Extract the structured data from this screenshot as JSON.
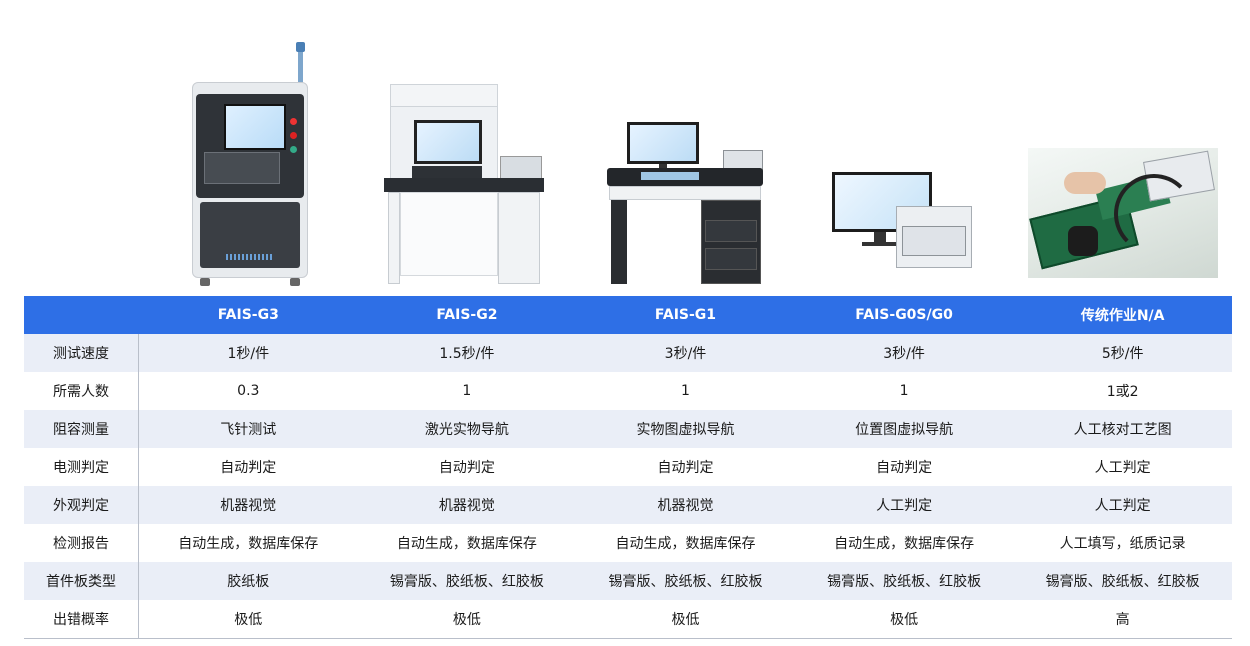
{
  "header": {
    "blank": "",
    "products": [
      "FAIS-G3",
      "FAIS-G2",
      "FAIS-G1",
      "FAIS-G0S/G0",
      "传统作业N/A"
    ]
  },
  "rows": [
    {
      "label": "测试速度",
      "values": [
        "1秒/件",
        "1.5秒/件",
        "3秒/件",
        "3秒/件",
        "5秒/件"
      ]
    },
    {
      "label": "所需人数",
      "values": [
        "0.3",
        "1",
        "1",
        "1",
        "1或2"
      ]
    },
    {
      "label": "阻容测量",
      "values": [
        "飞针测试",
        "激光实物导航",
        "实物图虚拟导航",
        "位置图虚拟导航",
        "人工核对工艺图"
      ]
    },
    {
      "label": "电测判定",
      "values": [
        "自动判定",
        "自动判定",
        "自动判定",
        "自动判定",
        "人工判定"
      ]
    },
    {
      "label": "外观判定",
      "values": [
        "机器视觉",
        "机器视觉",
        "机器视觉",
        "人工判定",
        "人工判定"
      ]
    },
    {
      "label": "检测报告",
      "values": [
        "自动生成，数据库保存",
        "自动生成，数据库保存",
        "自动生成，数据库保存",
        "自动生成，数据库保存",
        "人工填写，纸质记录"
      ]
    },
    {
      "label": "首件板类型",
      "values": [
        "胶纸板",
        "锡膏版、胶纸板、红胶板",
        "锡膏版、胶纸板、红胶板",
        "锡膏版、胶纸板、红胶板",
        "锡膏版、胶纸板、红胶板"
      ]
    },
    {
      "label": "出错概率",
      "values": [
        "极低",
        "极低",
        "极低",
        "极低",
        "高"
      ]
    }
  ],
  "colors": {
    "header_bg": "#2e6fe6",
    "alt_row_bg": "#eaeef7"
  }
}
